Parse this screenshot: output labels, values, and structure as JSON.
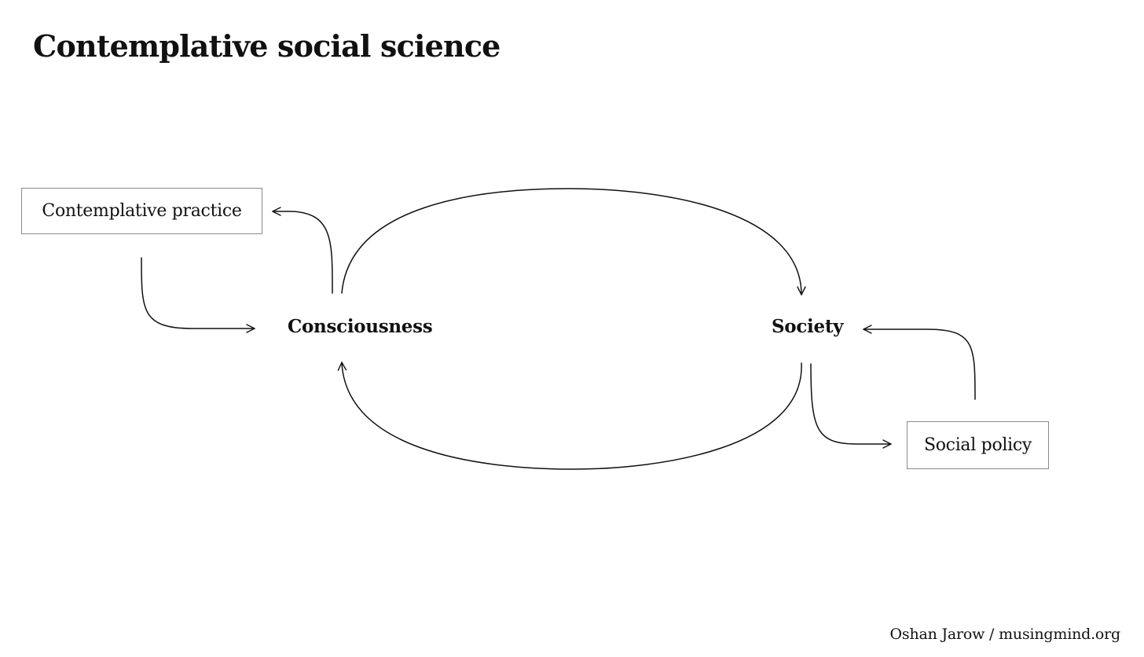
{
  "diagram": {
    "title": "Contemplative social science",
    "nodes": {
      "contemplative_practice": "Contemplative practice",
      "consciousness": "Consciousness",
      "society": "Society",
      "social_policy": "Social policy"
    },
    "edges": [
      {
        "from": "consciousness",
        "to": "contemplative_practice"
      },
      {
        "from": "contemplative_practice",
        "to": "consciousness"
      },
      {
        "from": "consciousness",
        "to": "society"
      },
      {
        "from": "society",
        "to": "consciousness"
      },
      {
        "from": "society",
        "to": "social_policy"
      },
      {
        "from": "social_policy",
        "to": "society"
      }
    ],
    "credit": "Oshan Jarow / musingmind.org",
    "colors": {
      "background": "#ffffff",
      "ink": "#111111",
      "box_border": "#8a8a8a"
    }
  }
}
